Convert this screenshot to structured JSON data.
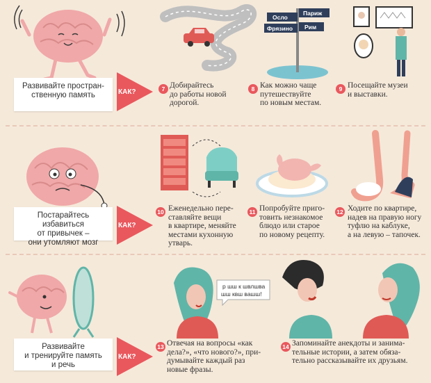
{
  "sections": [
    {
      "goal": "Развивайте простран-\nственную память",
      "arrow_label": "КАК?",
      "tips": [
        {
          "number": "7",
          "text": "Добирайтесь\nдо работы новой\nдорогой."
        },
        {
          "number": "8",
          "text": "Как можно чаще\nпутешествуйте\nпо новым местам."
        },
        {
          "number": "9",
          "text": "Посещайте музеи\nи выставки."
        }
      ]
    },
    {
      "goal": "Постарайтесь избавиться\nот привычек –\nони утомляют мозг",
      "arrow_label": "КАК?",
      "tips": [
        {
          "number": "10",
          "text": "Еженедельно пере-\nставляйте вещи\nв квартире, меняйте\nместами кухонную\nутварь."
        },
        {
          "number": "11",
          "text": "Попробуйте приго-\nтовить незнакомое\nблюдо или старое\nпо новому рецепту."
        },
        {
          "number": "12",
          "text": "Ходите по квартире,\nнадев на правую ногу\nтуфлю на каблуке,\nа на левую – тапочек."
        }
      ]
    },
    {
      "goal": "Развивайте\nи тренируйте память\nи речь",
      "arrow_label": "КАК?",
      "tips": [
        {
          "number": "13",
          "text": "Отвечая на вопросы «как\nдела?», «что нового?», при-\nдумывайте каждый раз\nновые фразы."
        },
        {
          "number": "14",
          "text": "Запоминайте анекдоты и занима-\nтельные истории, а затем обяза-\nтельно рассказывайте их друзьям."
        }
      ]
    }
  ],
  "signpost": {
    "oslo": "Осло",
    "paris": "Париж",
    "fryazino": "Фрязино",
    "rome": "Рим"
  },
  "speech_bubble": {
    "line1": "р шш к швлшва",
    "line2": "шш квш вашш!"
  },
  "colors": {
    "accent": "#e9585d",
    "background": "#f5e9da",
    "brain": "#f0a8a8",
    "teal": "#5fb5a8",
    "navy": "#2f3f5b"
  }
}
